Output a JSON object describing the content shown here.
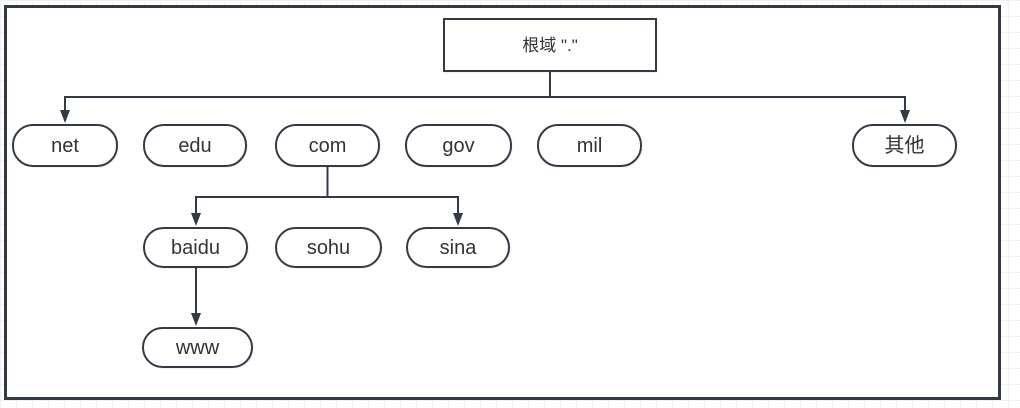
{
  "diagram": {
    "description": "DNS domain name hierarchy tree",
    "nodes": {
      "root": {
        "label": "根域 \".\""
      },
      "tlds": [
        {
          "label": "net"
        },
        {
          "label": "edu"
        },
        {
          "label": "com"
        },
        {
          "label": "gov"
        },
        {
          "label": "mil"
        },
        {
          "label": "其他"
        }
      ],
      "com_children": [
        {
          "label": "baidu"
        },
        {
          "label": "sohu"
        },
        {
          "label": "sina"
        }
      ],
      "baidu_children": [
        {
          "label": "www"
        }
      ]
    },
    "colors": {
      "line": "#333a45",
      "box_border": "#333a45",
      "text": "#333333",
      "canvas": "#ffffff",
      "grid": "#f0f1f3"
    }
  }
}
